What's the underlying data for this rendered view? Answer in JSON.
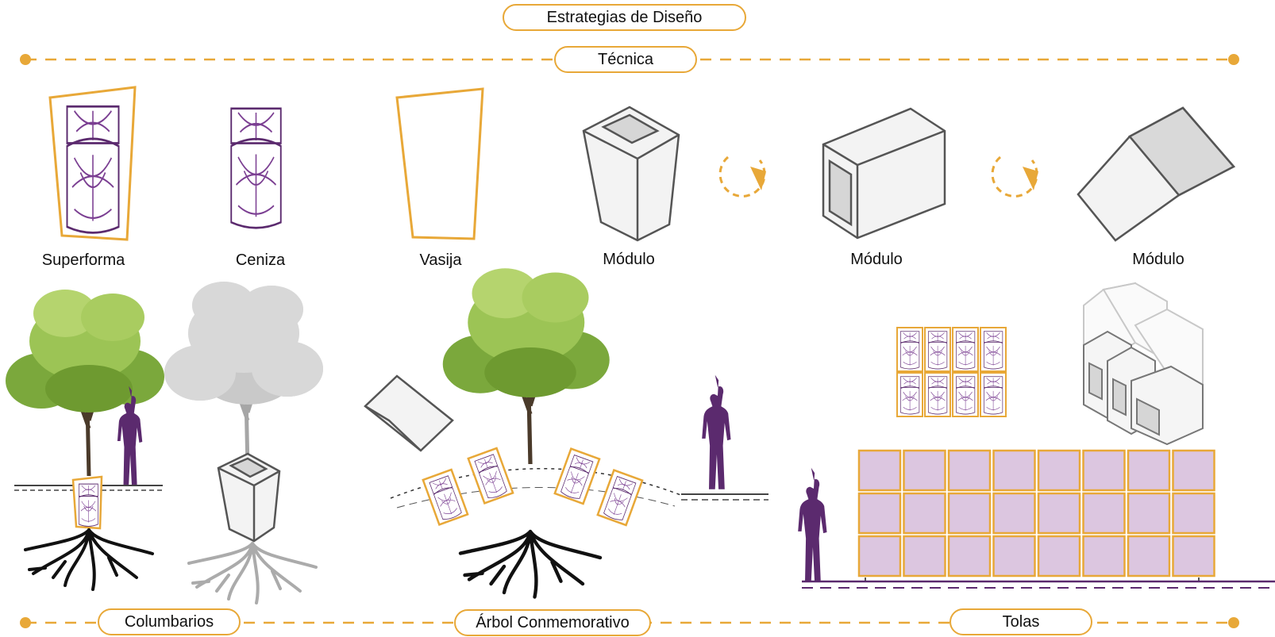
{
  "title": "Estrategias de Diseño",
  "section_top": "Técnica",
  "technique_items": [
    {
      "label": "Superforma"
    },
    {
      "label": "Ceniza"
    },
    {
      "label": "Vasija"
    },
    {
      "label": "Módulo"
    },
    {
      "label": "Módulo"
    },
    {
      "label": "Módulo"
    }
  ],
  "sections_bottom": [
    "Columbarios",
    "Árbol Conmemorativo",
    "Tolas"
  ],
  "colors": {
    "accent": "#E8A838",
    "purple": "#5B2A6E",
    "lilac": "#DCC6E0",
    "grey": "#555555",
    "tree_green": "#8DB84A"
  },
  "icons": [
    "rotate-arrow-icon",
    "tree-icon",
    "human-figure-icon",
    "roots-icon"
  ]
}
